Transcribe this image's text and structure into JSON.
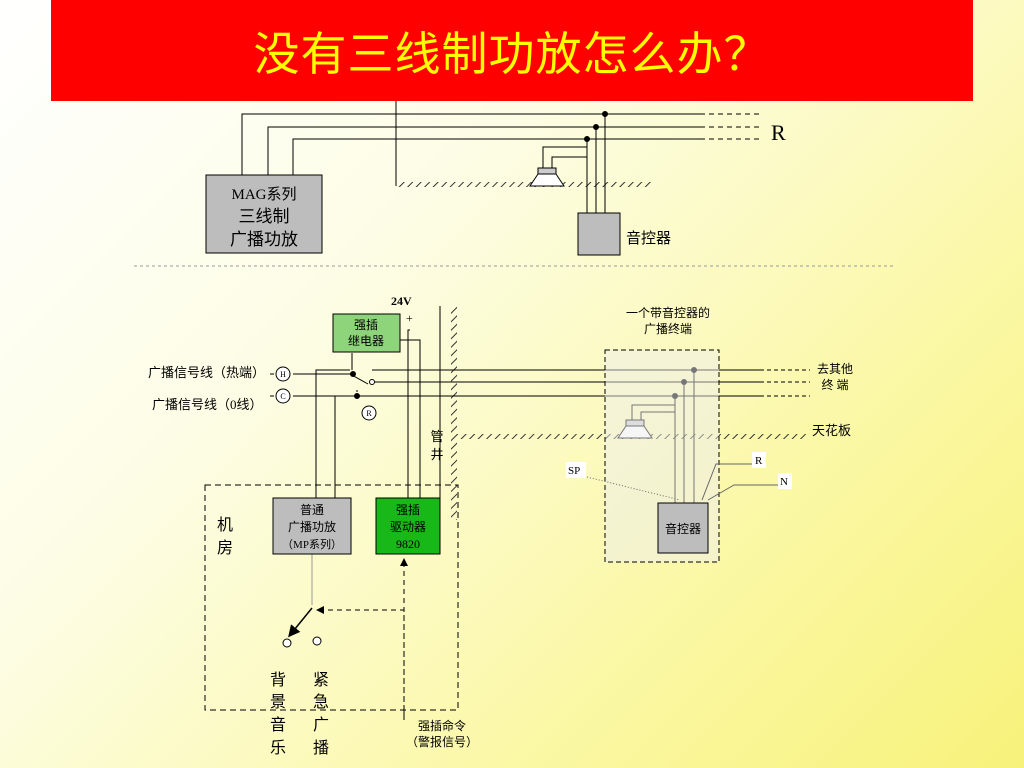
{
  "title": "没有三线制功放怎么办？",
  "top": {
    "amp_lines": [
      "MAG系列",
      "三线制",
      "广播功放"
    ],
    "controller": "音控器",
    "r_label": "R"
  },
  "bottom": {
    "v24": "24V",
    "plus": "+",
    "minus": "−",
    "relay_lines": [
      "强插",
      "继电器"
    ],
    "terminal_lines": [
      "一个带音控器的",
      "广播终端"
    ],
    "signal_hot": "广播信号线（热端）",
    "signal_zero": "广播信号线（0线）",
    "h": "H",
    "c": "C",
    "r_small": "R",
    "to_other_lines": [
      "去其他",
      "终  端"
    ],
    "ceiling": "天花板",
    "well_lines": [
      "管",
      "井"
    ],
    "sp": "SP",
    "r_box": "R",
    "n_box": "N",
    "machine_room_lines": [
      "机",
      "房"
    ],
    "amp_lines": [
      "普通",
      "广播功放",
      "（MP系列）"
    ],
    "driver_lines": [
      "强插",
      "驱动器",
      "9820"
    ],
    "controller": "音控器",
    "bg_music": [
      "背",
      "景",
      "音",
      "乐"
    ],
    "emergency": [
      "紧",
      "急",
      "广",
      "播"
    ],
    "cmd_lines": [
      "强插命令",
      "（警报信号）"
    ]
  },
  "colors": {
    "title_bg": "#ff0000",
    "title_fg": "#ffff00",
    "relay_fill": "#8ed47a",
    "driver_fill": "#18b818",
    "box_gray": "#bdbdbd"
  }
}
